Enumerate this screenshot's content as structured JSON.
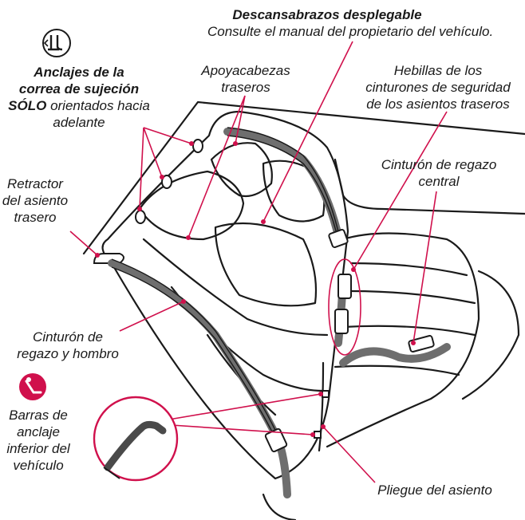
{
  "labels": {
    "armrest_title": "Descansabrazos desplegable",
    "armrest_note": "Consulte el manual del propietario del vehículo.",
    "tether_line1": "Anclajes de la",
    "tether_line2": "correa de sujeción",
    "tether_only": "SÓLO",
    "tether_line3_rest": " orientados hacia",
    "tether_line4": "adelante",
    "headrest_line1": "Apoyacabezas",
    "headrest_line2": "traseros",
    "buckles_line1": "Hebillas de los",
    "buckles_line2": "cinturones de seguridad",
    "buckles_line3": "de los asientos traseros",
    "retractor_line1": "Retractor",
    "retractor_line2": "del asiento",
    "retractor_line3": "trasero",
    "center_belt_line1": "Cinturón de regazo",
    "center_belt_line2": "central",
    "lap_shoulder_line1": "Cinturón de",
    "lap_shoulder_line2": "regazo y hombro",
    "lower_anchor_line1": "Barras de",
    "lower_anchor_line2": "anclaje",
    "lower_anchor_line3": "inferior del",
    "lower_anchor_line4": "vehículo",
    "seat_bight": "Pliegue del asiento"
  },
  "colors": {
    "accent": "#d0104c",
    "outline": "#1a1a1a",
    "belt": "#6e6e6e"
  },
  "icons": {
    "tether": "tether-anchor-icon",
    "lower_anchor": "lower-anchor-icon"
  }
}
